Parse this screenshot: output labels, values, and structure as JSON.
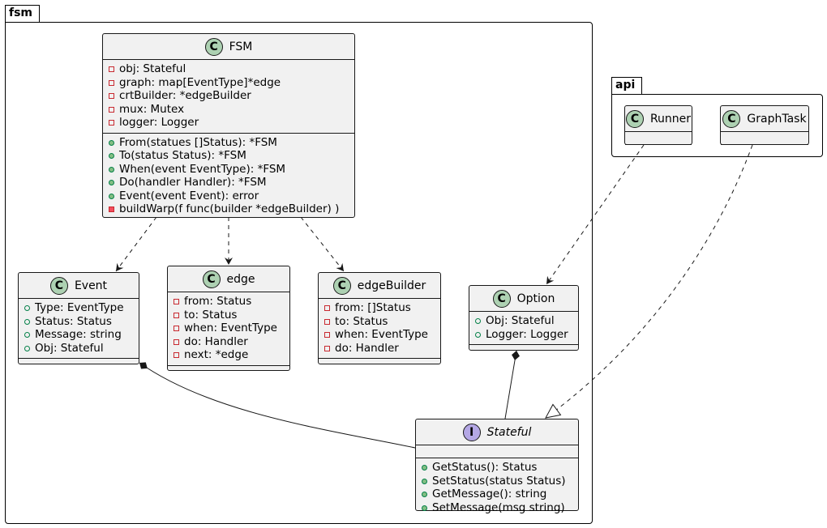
{
  "packages": {
    "fsm": "fsm",
    "api": "api"
  },
  "classes": {
    "fsm_class": {
      "stereotype": "C",
      "name": "FSM",
      "fields": [
        {
          "vis": "-",
          "text": "obj: Stateful"
        },
        {
          "vis": "-",
          "text": "graph: map[EventType]*edge"
        },
        {
          "vis": "-",
          "text": "crtBuilder: *edgeBuilder"
        },
        {
          "vis": "-",
          "text": "mux: Mutex"
        },
        {
          "vis": "-",
          "text": "logger: Logger"
        }
      ],
      "methods": [
        {
          "vis": "+",
          "text": "From(statues []Status): *FSM"
        },
        {
          "vis": "+",
          "text": "To(status Status): *FSM"
        },
        {
          "vis": "+",
          "text": "When(event EventType): *FSM"
        },
        {
          "vis": "+",
          "text": "Do(handler Handler): *FSM"
        },
        {
          "vis": "+",
          "text": "Event(event Event): error"
        },
        {
          "vis": "-",
          "text": "buildWarp(f func(builder *edgeBuilder) )"
        }
      ]
    },
    "event": {
      "stereotype": "C",
      "name": "Event",
      "fields": [
        {
          "vis": "+",
          "text": "Type: EventType"
        },
        {
          "vis": "+",
          "text": "Status: Status"
        },
        {
          "vis": "+",
          "text": "Message: string"
        },
        {
          "vis": "+",
          "text": "Obj: Stateful"
        }
      ]
    },
    "edge": {
      "stereotype": "C",
      "name": "edge",
      "fields": [
        {
          "vis": "-",
          "text": "from: Status"
        },
        {
          "vis": "-",
          "text": "to: Status"
        },
        {
          "vis": "-",
          "text": "when: EventType"
        },
        {
          "vis": "-",
          "text": "do: Handler"
        },
        {
          "vis": "-",
          "text": "next: *edge"
        }
      ]
    },
    "edge_builder": {
      "stereotype": "C",
      "name": "edgeBuilder",
      "fields": [
        {
          "vis": "-",
          "text": "from: []Status"
        },
        {
          "vis": "-",
          "text": "to: Status"
        },
        {
          "vis": "-",
          "text": "when: EventType"
        },
        {
          "vis": "-",
          "text": "do: Handler"
        }
      ]
    },
    "option": {
      "stereotype": "C",
      "name": "Option",
      "fields": [
        {
          "vis": "+",
          "text": "Obj: Stateful"
        },
        {
          "vis": "+",
          "text": "Logger: Logger"
        }
      ]
    },
    "stateful": {
      "stereotype": "I",
      "name": "Stateful",
      "methods": [
        {
          "vis": "+",
          "text": "GetStatus(): Status"
        },
        {
          "vis": "+",
          "text": "SetStatus(status Status)"
        },
        {
          "vis": "+",
          "text": "GetMessage(): string"
        },
        {
          "vis": "+",
          "text": "SetMessage(msg string)"
        }
      ]
    },
    "runner": {
      "stereotype": "C",
      "name": "Runner"
    },
    "graph_task": {
      "stereotype": "C",
      "name": "GraphTask"
    }
  },
  "colors": {
    "class_fill": "#f1f1f1",
    "class_stereo": "#add1b2",
    "interface_stereo": "#b4a7e5",
    "private_marker": "#c82930",
    "public_marker": "#038048",
    "line": "#181818"
  }
}
